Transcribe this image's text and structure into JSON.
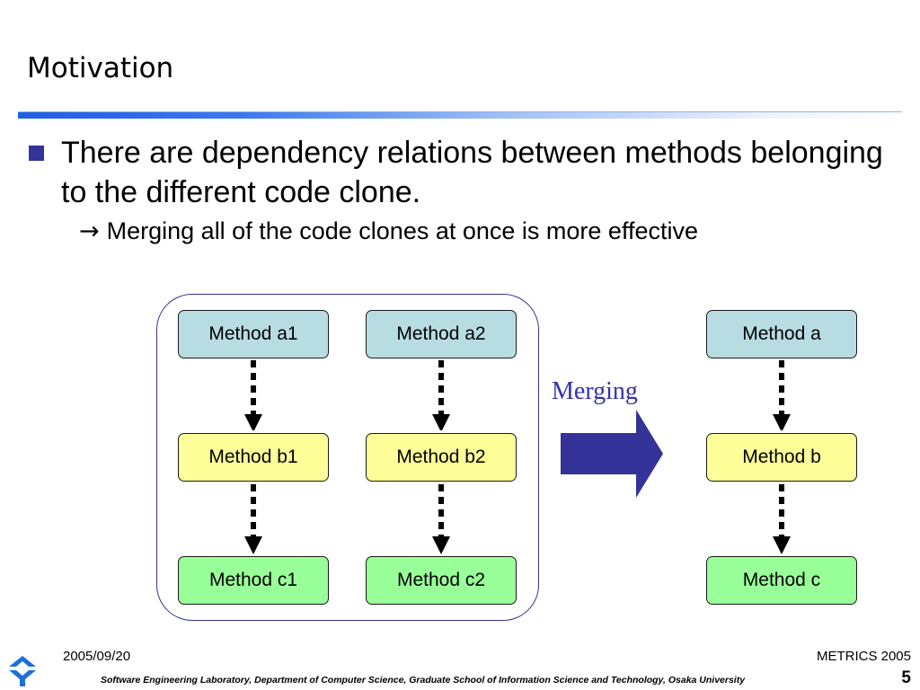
{
  "slide": {
    "title": "Motivation",
    "bullet": "There are dependency relations between methods belonging to the different code clone.",
    "sub_arrow": "→",
    "sub_bullet": "Merging all of the code clones at once is more effective"
  },
  "diagram": {
    "before": {
      "a1": "Method a1",
      "a2": "Method a2",
      "b1": "Method b1",
      "b2": "Method b2",
      "c1": "Method c1",
      "c2": "Method c2"
    },
    "merge_label": "Merging",
    "after": {
      "a": "Method a",
      "b": "Method b",
      "c": "Method c"
    },
    "colors": {
      "a_fill": "#b7dde2",
      "b_fill": "#ffff99",
      "c_fill": "#99ff99",
      "group_border": "#333399",
      "merge_arrow": "#333399",
      "merge_text": "#3333aa"
    }
  },
  "footer": {
    "date": "2005/09/20",
    "conference": "METRICS 2005",
    "lab": "Software Engineering Laboratory,  Department of Computer Science,  Graduate School of Information Science and Technology,  Osaka University",
    "page": "5",
    "logo_icon": "osaka-university-logo"
  }
}
